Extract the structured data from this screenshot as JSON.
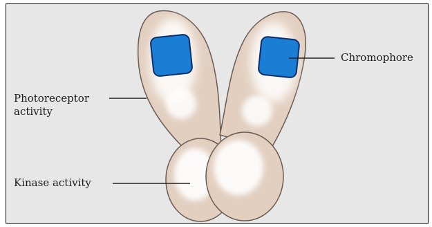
{
  "labels": {
    "chromophore": "Chromophore",
    "photoreceptor_line1": "Photoreceptor",
    "photoreceptor_line2": "activity",
    "kinase": "Kinase activity"
  },
  "colors": {
    "panel_background": "#e7e7e7",
    "protein_fill": "#e2cfc0",
    "protein_outline": "#6a5a52",
    "chromophore_fill": "#1a7fd4",
    "chromophore_outline": "#0b2e6b",
    "highlight": "#ffffff"
  }
}
